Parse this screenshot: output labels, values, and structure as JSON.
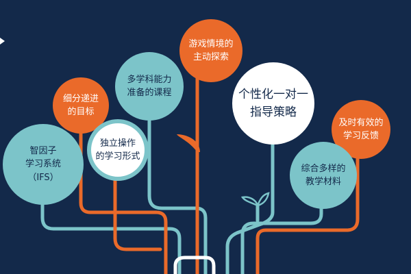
{
  "colors": {
    "background": "#13294a",
    "orange": "#ea6a2a",
    "teal": "#7cc4c9",
    "white": "#ffffff"
  },
  "nodes": {
    "ifs": "智因子\n学习系统\n（IFS）",
    "step_goal": "细分递进\n的目标",
    "independent": "独立操作\n的学习形式",
    "multi_course": "多学科能力\n准备的课程",
    "game": "游戏情境的\n主动探索",
    "personalized": "个性化一对一\n指导策略",
    "feedback": "及时有效的\n学习反馈",
    "materials": "综合多样的\n教学材料"
  },
  "icons": [
    "leaf-icon",
    "sprout-icon",
    "arrow-marker-icon"
  ]
}
